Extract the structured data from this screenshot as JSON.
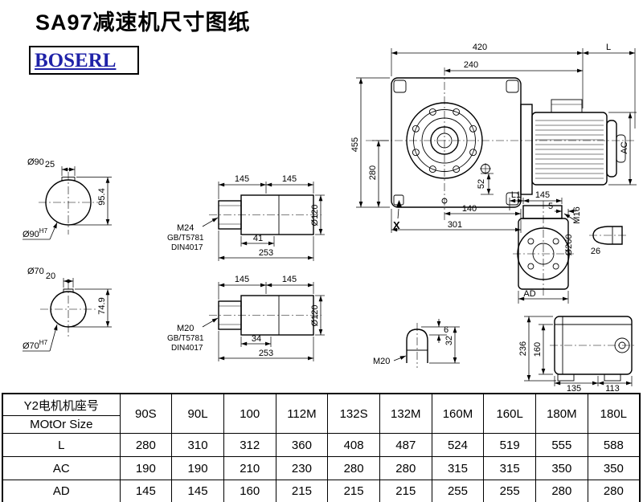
{
  "page": {
    "title": "SA97减速机尺寸图纸",
    "logo": "BOSERL"
  },
  "drawings": {
    "shaft_end_1": {
      "dia": "Ø90",
      "key_width": "25",
      "total_height": "95.4",
      "bore": "Ø90",
      "bore_tol": "H7"
    },
    "shaft_end_2": {
      "dia": "Ø70",
      "key_width": "20",
      "total_height": "74.9",
      "bore": "Ø70",
      "bore_tol": "H7"
    },
    "shaft_side_1": {
      "len_a": "145",
      "len_b": "145",
      "dia": "Ø120",
      "thread": "M24",
      "std1": "GB/T5781",
      "std2": "DIN4017",
      "thread_len": "41",
      "total_len": "253"
    },
    "shaft_side_2": {
      "len_a": "145",
      "len_b": "145",
      "dia": "Ø120",
      "thread": "M20",
      "std1": "GB/T5781",
      "std2": "DIN4017",
      "thread_len": "34",
      "total_len": "253"
    },
    "main_view": {
      "width_total": "420",
      "width_inner": "240",
      "motor_len": "L",
      "height_total": "455",
      "height_center": "280",
      "motor_height": "AC",
      "dim_52": "52",
      "base_inner": "140",
      "base_total": "301",
      "marker": "X"
    },
    "side_view": {
      "l1": "L1",
      "d145": "145",
      "d5": "5",
      "m16": "M16",
      "dia260": "Ø260",
      "d26": "26",
      "ad": "AD"
    },
    "m20_detail": {
      "d6": "6",
      "d32": "32",
      "label": "M20"
    },
    "rear_view": {
      "d236": "236",
      "d160": "160",
      "d135": "135",
      "d113": "113"
    }
  },
  "table": {
    "header_line1": "Y2电机机座号",
    "header_line2": "MOtOr Size",
    "columns": [
      "90S",
      "90L",
      "100",
      "112M",
      "132S",
      "132M",
      "160M",
      "160L",
      "180M",
      "180L"
    ],
    "rows": [
      {
        "label": "L",
        "values": [
          "280",
          "310",
          "312",
          "360",
          "408",
          "487",
          "524",
          "519",
          "555",
          "588"
        ]
      },
      {
        "label": "AC",
        "values": [
          "190",
          "190",
          "210",
          "230",
          "280",
          "280",
          "315",
          "315",
          "350",
          "350"
        ]
      },
      {
        "label": "AD",
        "values": [
          "145",
          "145",
          "160",
          "215",
          "215",
          "215",
          "255",
          "255",
          "280",
          "280"
        ]
      }
    ]
  }
}
